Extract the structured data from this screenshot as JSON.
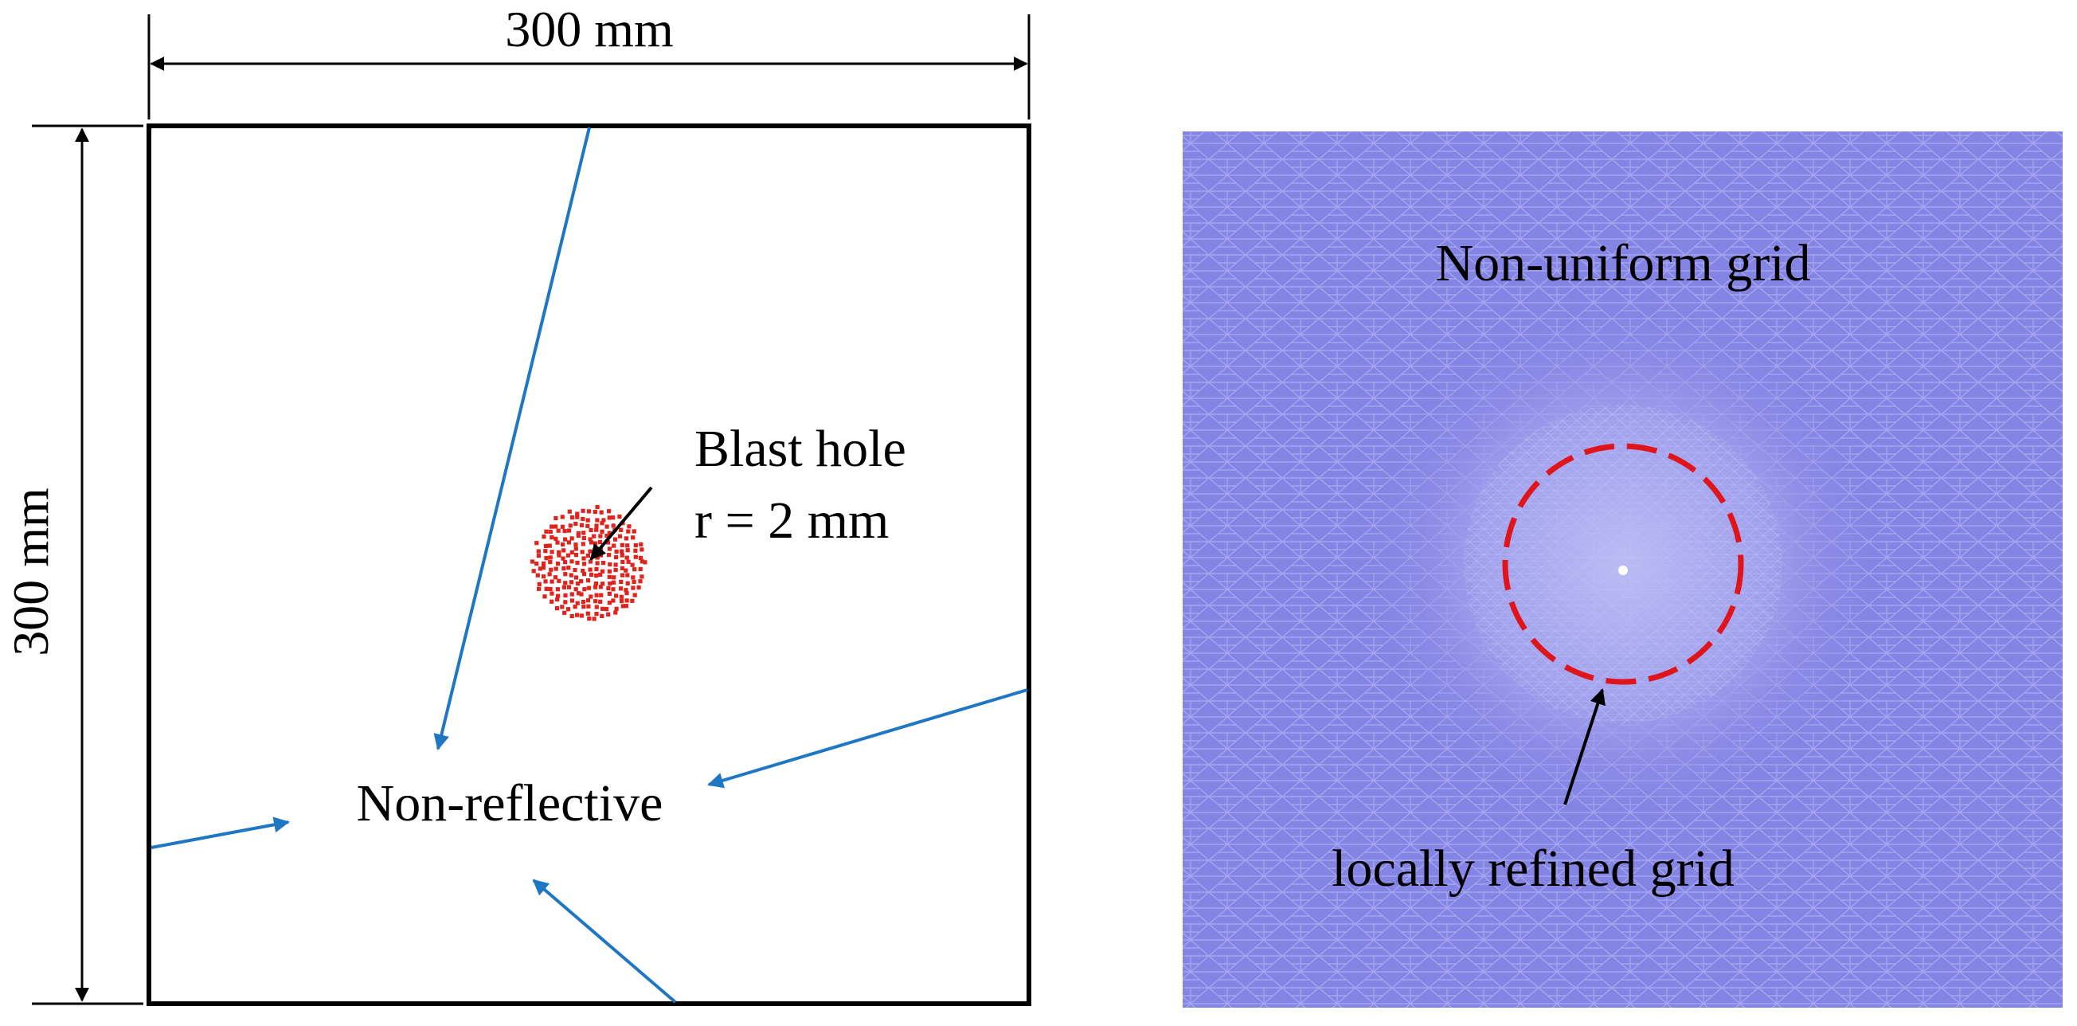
{
  "left_panel": {
    "width_dimension": "300 mm",
    "height_dimension": "300 mm",
    "hole_label_line1": "Blast hole",
    "hole_label_line2": "r = 2 mm",
    "boundary_label": "Non-reflective"
  },
  "right_panel": {
    "grid_label": "Non-uniform grid",
    "refined_label": "locally refined grid"
  },
  "colors": {
    "outline": "#000000",
    "boundary_arrow": "#1f77c4",
    "hole_particles": "#e0231c",
    "mesh_fill": "#8484e4",
    "mesh_lines": "#a9a9f0",
    "mesh_center_glow": "#b8b8f6",
    "refine_circle": "#e0141b",
    "blast_point": "#ffffff"
  }
}
